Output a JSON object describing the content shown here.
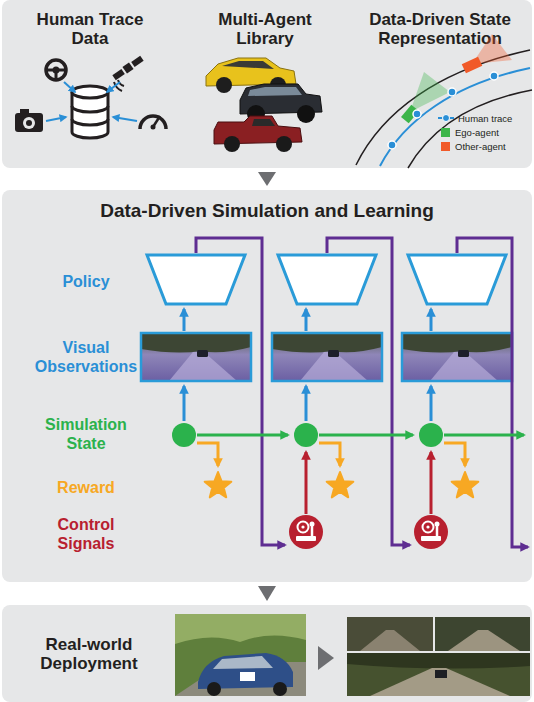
{
  "diagram": {
    "nodes": [
      {
        "text": [
          "Human Trace Data",
          "Multi-Agent Library",
          "Data-Driven State Representation"
        ]
      },
      {
        "text": [
          "Data-Driven Simulation and Learning"
        ]
      },
      {
        "text": [
          "Real-world Deployment"
        ]
      }
    ],
    "edges": [
      {
        "from": 0,
        "to": 1,
        "arrow": "to"
      },
      {
        "from": 1,
        "to": 2,
        "arrow": "to"
      }
    ],
    "labels": [
      "Policy",
      "Visual Observations",
      "Simulation State",
      "Reward",
      "Control Signals"
    ],
    "legend": [
      {
        "text": "Human trace"
      },
      {
        "text": "Ego-agent",
        "color": "#3cb54a"
      },
      {
        "text": "Other-agent",
        "color": "#f15a29"
      }
    ]
  }
}
